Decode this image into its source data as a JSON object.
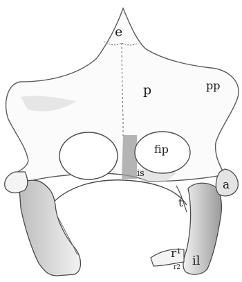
{
  "figure": {
    "labels": {
      "e": "e",
      "p": "p",
      "pp": "pp",
      "fip": "fip",
      "is": "is",
      "a": "a",
      "t": "t",
      "r1": "r¹",
      "r2": "r2",
      "il": "il"
    }
  }
}
